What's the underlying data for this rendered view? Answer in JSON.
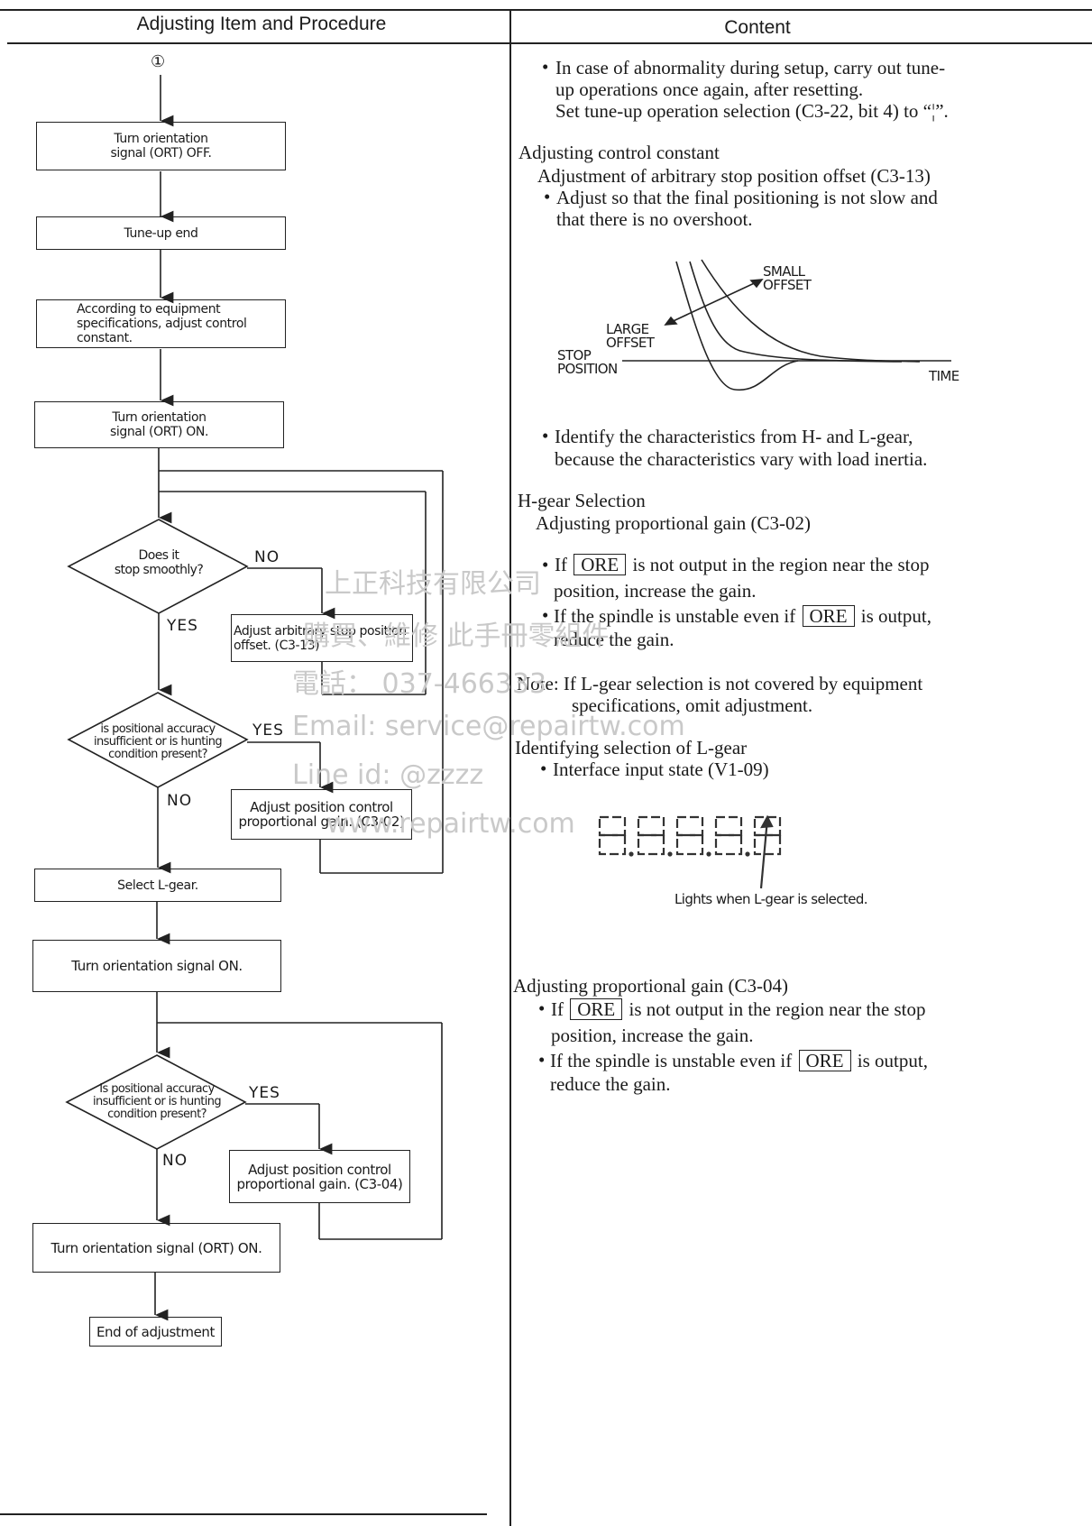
{
  "header": {
    "left_title": "Adjusting Item and Procedure",
    "right_title": "Content"
  },
  "flow": {
    "connector": "①",
    "box1": "Turn orientation\nsignal (ORT) OFF.",
    "box2": "Tune-up end",
    "box3": "According to equipment\nspecifications, adjust control\nconstant.",
    "box4": "Turn orientation\nsignal (ORT) ON.",
    "dec1": "Does it\nstop smoothly?",
    "dec1_no": "NO",
    "dec1_yes": "YES",
    "act1": "Adjust arbitrary stop position\noffset. (C3-13)",
    "dec2": "is positional accuracy\ninsufficient or is hunting\ncondition present?",
    "dec2_yes": "YES",
    "dec2_no": "NO",
    "act2": "Adjust position control\nproportional gain. (C3-02)",
    "box5": "Select L-gear.",
    "box6": "Turn orientation signal ON.",
    "dec3": "Is positional accuracy\ninsufficient or is hunting\ncondition present?",
    "dec3_yes": "YES",
    "dec3_no": "NO",
    "act3": "Adjust position control\nproportional gain. (C3-04)",
    "box7": "Turn orientation signal (ORT) ON.",
    "box8": "End of adjustment"
  },
  "content": {
    "p1_line1": "In case of abnormality during setup, carry out tune-",
    "p1_line2": "up operations once again, after resetting.",
    "p1_line3": "Set tune-up operation selection (C3-22, bit 4) to “¦”.",
    "h1": "Adjusting control constant",
    "h1_sub": "Adjustment of arbitrary stop position offset (C3-13)",
    "p2_line1": "Adjust so that the final positioning is not slow and",
    "p2_line2": "that there is no overshoot.",
    "graph": {
      "small_offset": "SMALL\nOFFSET",
      "large_offset": "LARGE\nOFFSET",
      "stop_position": "STOP\nPOSITION",
      "time": "TIME"
    },
    "p3_line1": "Identify the characteristics from H- and L-gear,",
    "p3_line2": "because the characteristics vary with load inertia.",
    "h2": "H-gear Selection",
    "h2_sub": "Adjusting proportional gain (C3-02)",
    "ore": "ORE",
    "p4_if": "If",
    "p4_rest": "is not output in the region near the stop",
    "p4_line2": "position, increase the gain.",
    "p5_a": "If the spindle is unstable even if",
    "p5_b": "is output,",
    "p5_line2": "reduce the gain.",
    "note_line1": "Note: If L-gear selection is not covered by equipment",
    "note_line2": "specifications, omit adjustment.",
    "h3": "Identifying selection of L-gear",
    "h3_bullet": "Interface input state (V1-09)",
    "display_caption": "Lights when L-gear is selected.",
    "h4": "Adjusting proportional gain (C3-04)",
    "p6_if": "If",
    "p6_rest": "is not output in the region near the stop",
    "p6_line2": "position, increase the gain.",
    "p7_a": "If the spindle is unstable even if",
    "p7_b": "is output,",
    "p7_line2": "reduce the gain."
  },
  "watermark": {
    "line1": "上正科技有限公司",
    "line2": "購買、維修 此手冊零組件",
    "line3": "電話：     037-466333",
    "line4": "Email:      service@repairtw.com",
    "line5": "Line id:    @zzzz",
    "line6": "www.repairtw.com"
  }
}
